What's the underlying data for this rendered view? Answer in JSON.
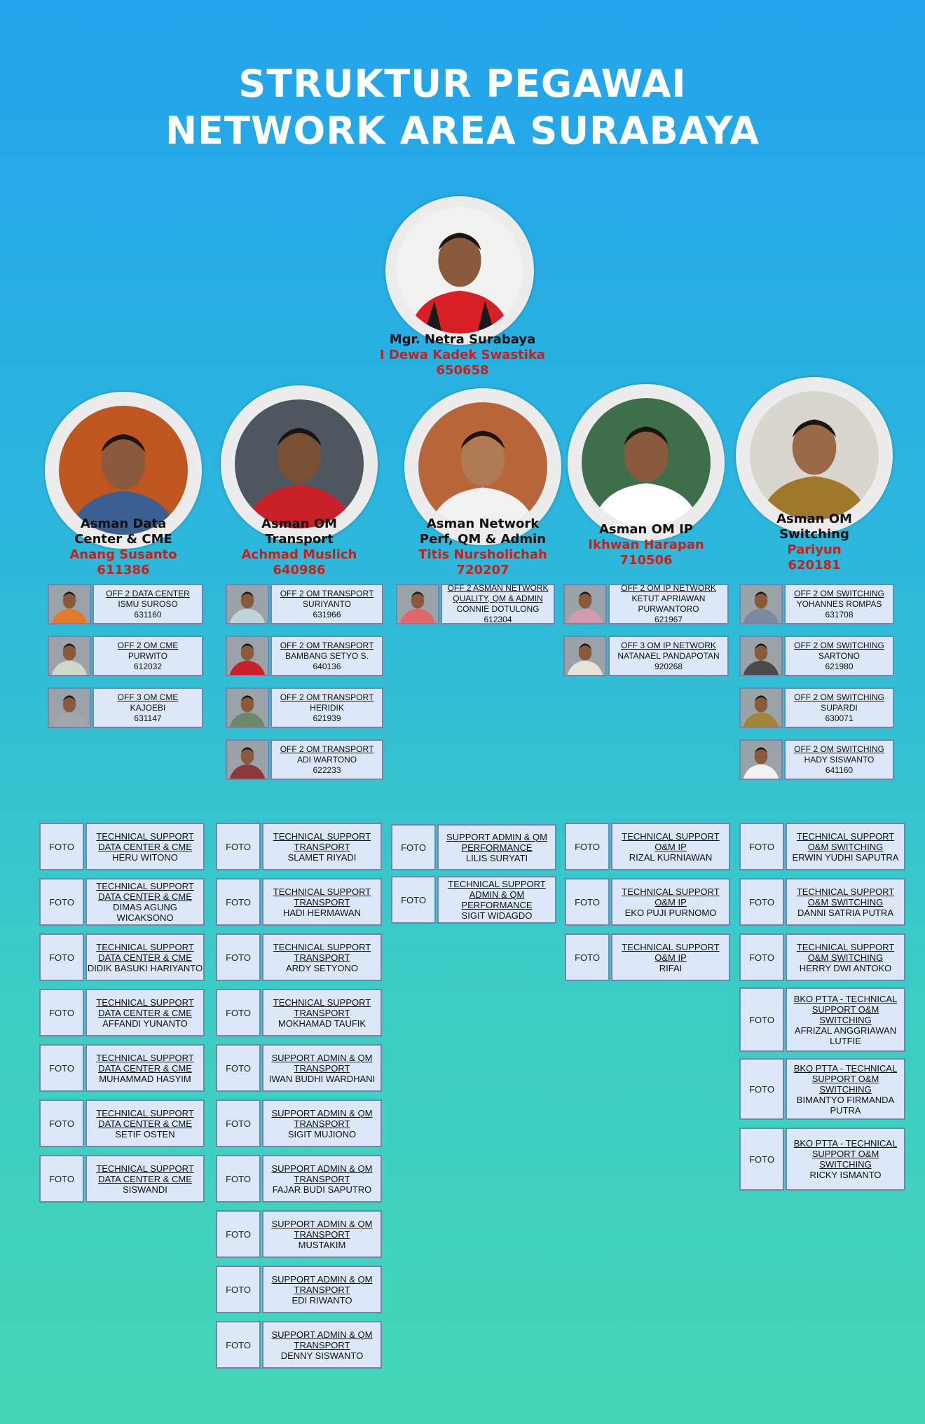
{
  "title": {
    "line1": "STRUKTUR PEGAWAI",
    "line2": "NETWORK AREA SURABAYA"
  },
  "manager": {
    "position": "Mgr. Netra Surabaya",
    "name": "I Dewa Kadek Swastika",
    "nik": "650658"
  },
  "asman": [
    {
      "position1": "Asman Data",
      "position2": "Center & CME",
      "position3": "",
      "name": "Anang Susanto",
      "nik": "611386"
    },
    {
      "position1": "Asman OM",
      "position2": "Transport",
      "position3": "",
      "name": "Achmad Muslich",
      "nik": "640986"
    },
    {
      "position1": "Asman Network",
      "position2": "Perf, QM & Admin",
      "position3": "",
      "name": "Titis Nursholichah",
      "nik": "720207"
    },
    {
      "position1": "Asman OM IP",
      "position2": "",
      "position3": "",
      "name": "Ikhwan Harapan",
      "nik": "710506"
    },
    {
      "position1": "Asman OM",
      "position2": "Switching",
      "position3": "",
      "name": "Pariyun",
      "nik": "620181"
    }
  ],
  "officers": [
    [
      {
        "role": "OFF 2 DATA CENTER",
        "name": "ISMU SUROSO",
        "nik": "631160"
      },
      {
        "role": "OFF 2 OM CME",
        "name": "PURWITO",
        "nik": "612032"
      },
      {
        "role": "OFF 3 OM CME",
        "name": "KAJOEBI",
        "nik": "631147"
      }
    ],
    [
      {
        "role": "OFF 2 OM TRANSPORT",
        "name": "SURIYANTO",
        "nik": "631966"
      },
      {
        "role": "OFF 2 OM TRANSPORT",
        "name": "BAMBANG SETYO S.",
        "nik": "640136"
      },
      {
        "role": "OFF 2 OM TRANSPORT",
        "name": "HERIDIK",
        "nik": "621939"
      },
      {
        "role": "OFF 2 OM TRANSPORT",
        "name": "ADI WARTONO",
        "nik": "622233"
      }
    ],
    [
      {
        "role": "OFF 2 ASMAN NETWORK QUALITY, QM & ADMIN",
        "name": "CONNIE DOTULONG",
        "nik": "612304"
      }
    ],
    [
      {
        "role": "OFF 2 OM IP NETWORK",
        "name": "KETUT APRIAWAN PURWANTORO",
        "nik": "621967"
      },
      {
        "role": "OFF 3 OM IP NETWORK",
        "name": "NATANAEL PANDAPOTAN",
        "nik": "920268"
      }
    ],
    [
      {
        "role": "OFF 2 OM SWITCHING",
        "name": "YOHANNES ROMPAS",
        "nik": "631708"
      },
      {
        "role": "OFF 2 OM SWITCHING",
        "name": "SARTONO",
        "nik": "621980"
      },
      {
        "role": "OFF 2 OM SWITCHING",
        "name": "SUPARDI",
        "nik": "630071"
      },
      {
        "role": "OFF 2 OM SWITCHING",
        "name": "HADY SISWANTO",
        "nik": "641160"
      }
    ]
  ],
  "foto_label": "FOTO",
  "support": [
    [
      {
        "role": "TECHNICAL SUPPORT DATA CENTER & CME",
        "name": "HERU WITONO"
      },
      {
        "role": "TECHNICAL SUPPORT DATA CENTER & CME",
        "name": "DIMAS AGUNG WICAKSONO"
      },
      {
        "role": "TECHNICAL SUPPORT DATA CENTER & CME",
        "name": "DIDIK BASUKI HARIYANTO"
      },
      {
        "role": "TECHNICAL SUPPORT DATA CENTER & CME",
        "name": "AFFANDI YUNANTO"
      },
      {
        "role": "TECHNICAL SUPPORT DATA CENTER & CME",
        "name": "MUHAMMAD HASYIM"
      },
      {
        "role": "TECHNICAL SUPPORT DATA CENTER & CME",
        "name": "SETIF OSTEN"
      },
      {
        "role": "TECHNICAL SUPPORT DATA CENTER & CME",
        "name": "SISWANDI"
      }
    ],
    [
      {
        "role": "TECHNICAL SUPPORT TRANSPORT",
        "name": "SLAMET RIYADI"
      },
      {
        "role": "TECHNICAL SUPPORT TRANSPORT",
        "name": "HADI HERMAWAN"
      },
      {
        "role": "TECHNICAL SUPPORT TRANSPORT",
        "name": "ARDY SETYONO"
      },
      {
        "role": "TECHNICAL SUPPORT TRANSPORT",
        "name": "MOKHAMAD TAUFIK"
      },
      {
        "role": "SUPPORT ADMIN & QM TRANSPORT",
        "name": "IWAN BUDHI WARDHANI"
      },
      {
        "role": "SUPPORT ADMIN & QM TRANSPORT",
        "name": "SIGIT MUJIONO"
      },
      {
        "role": "SUPPORT ADMIN & QM TRANSPORT",
        "name": "FAJAR BUDI SAPUTRO"
      },
      {
        "role": "SUPPORT ADMIN & QM TRANSPORT",
        "name": "MUSTAKIM"
      },
      {
        "role": "SUPPORT ADMIN & QM TRANSPORT",
        "name": "EDI RIWANTO"
      },
      {
        "role": "SUPPORT ADMIN & QM TRANSPORT",
        "name": "DENNY SISWANTO"
      }
    ],
    [
      {
        "role": "SUPPORT ADMIN & QM PERFORMANCE",
        "name": "LILIS SURYATI"
      },
      {
        "role": "TECHNICAL SUPPORT ADMIN & QM PERFORMANCE",
        "name": "SIGIT WIDAGDO"
      }
    ],
    [
      {
        "role": "TECHNICAL SUPPORT O&M IP",
        "name": "RIZAL KURNIAWAN"
      },
      {
        "role": "TECHNICAL SUPPORT O&M IP",
        "name": "EKO PUJI PURNOMO"
      },
      {
        "role": "TECHNICAL SUPPORT O&M IP",
        "name": "RIFAI"
      }
    ],
    [
      {
        "role": "TECHNICAL SUPPORT O&M SWITCHING",
        "name": "ERWIN YUDHI SAPUTRA"
      },
      {
        "role": "TECHNICAL SUPPORT O&M SWITCHING",
        "name": "DANNI SATRIA PUTRA"
      },
      {
        "role": "TECHNICAL SUPPORT O&M SWITCHING",
        "name": "HERRY DWI ANTOKO"
      },
      {
        "role": "BKO PTTA - TECHNICAL SUPPORT O&M SWITCHING",
        "name": "AFRIZAL ANGGRIAWAN LUTFIE"
      },
      {
        "role": "BKO PTTA - TECHNICAL SUPPORT O&M SWITCHING",
        "name": "BIMANTYO FIRMANDA PUTRA"
      },
      {
        "role": "BKO PTTA - TECHNICAL SUPPORT O&M SWITCHING",
        "name": "RICKY ISMANTO"
      }
    ]
  ]
}
